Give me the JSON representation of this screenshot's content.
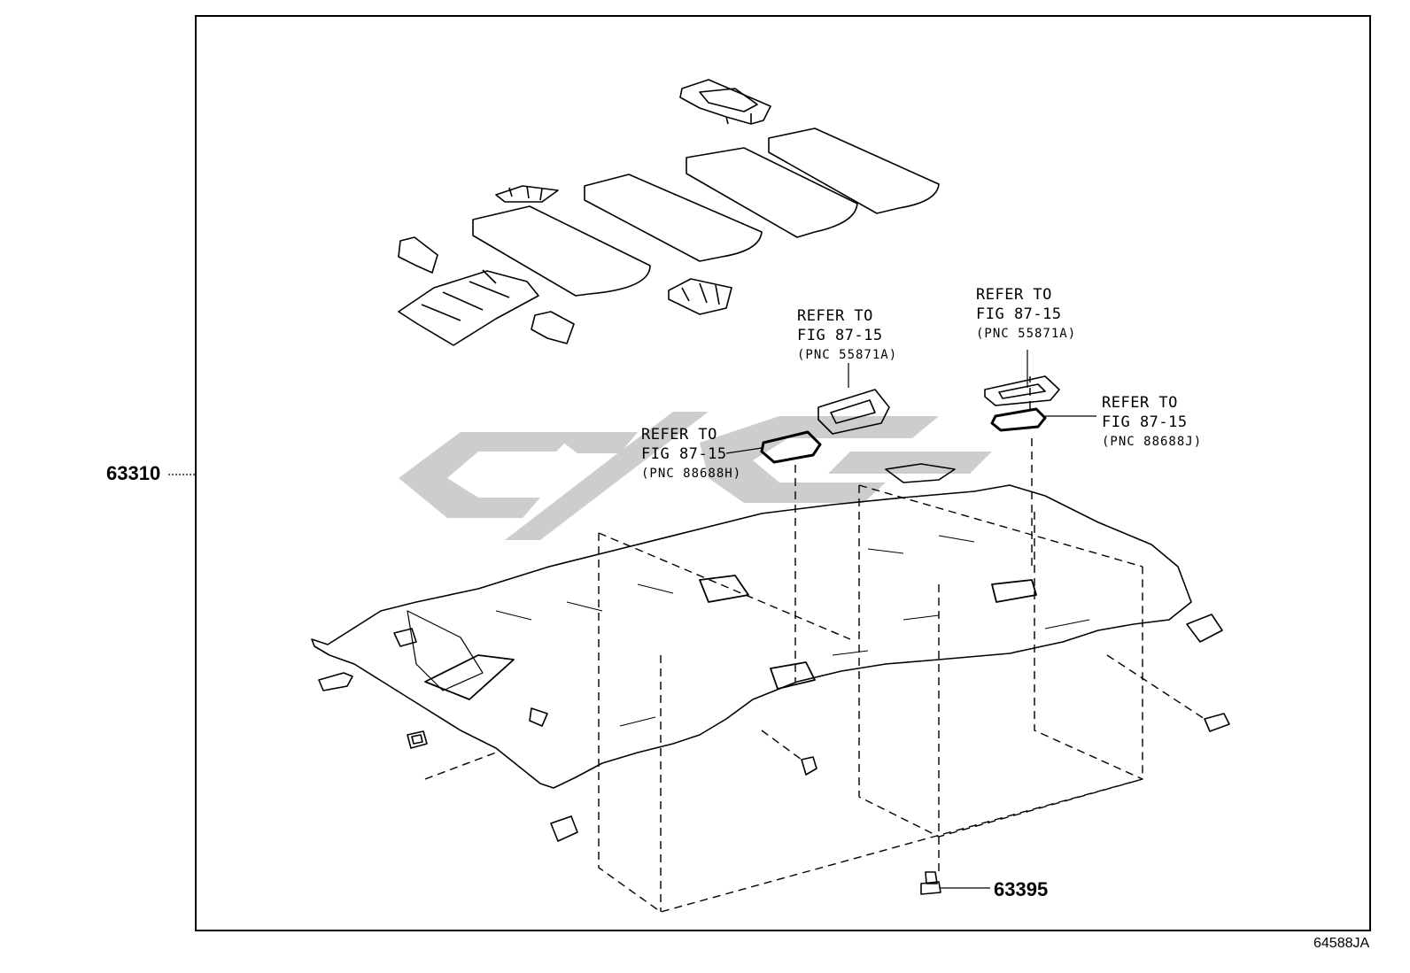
{
  "callouts": {
    "headliner_part": "63310",
    "clip_part": "63395",
    "figure_code": "64588JA"
  },
  "references": [
    {
      "line1": "REFER TO",
      "line2": "FIG 87-15",
      "pnc": "(PNC 55871A)"
    },
    {
      "line1": "REFER TO",
      "line2": "FIG 87-15",
      "pnc": "(PNC 55871A)"
    },
    {
      "line1": "REFER TO",
      "line2": "FIG 87-15",
      "pnc": "(PNC 88688H)"
    },
    {
      "line1": "REFER TO",
      "line2": "FIG 87-15",
      "pnc": "(PNC 88688J)"
    }
  ],
  "colors": {
    "line": "#000000",
    "watermark": "#c8c8c8",
    "background": "#ffffff"
  }
}
